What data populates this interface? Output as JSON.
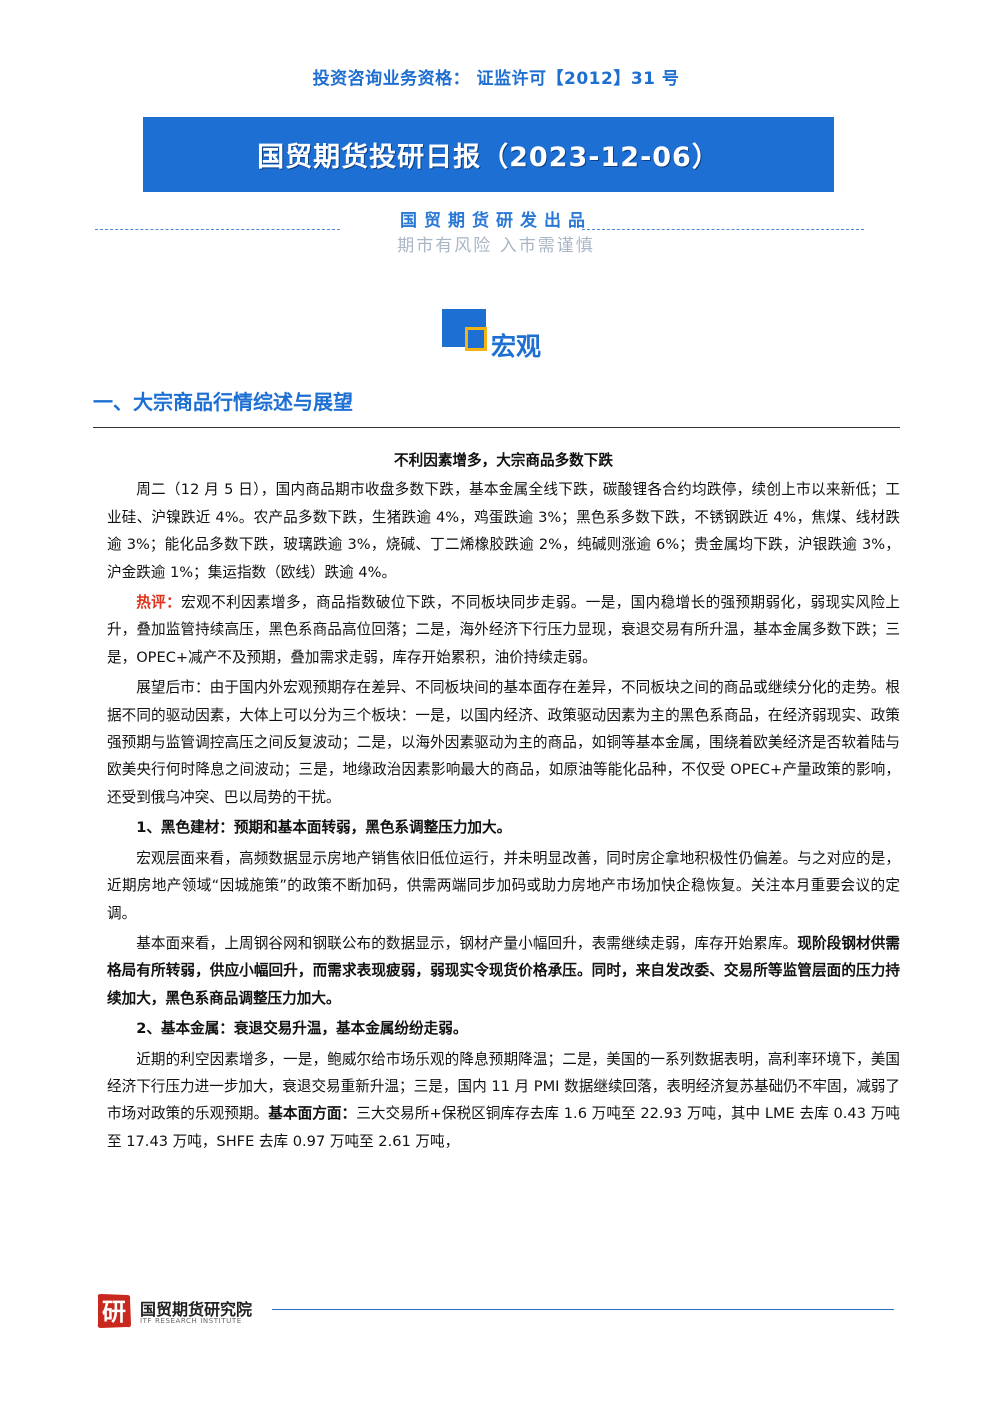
{
  "header": {
    "qualification": "投资咨询业务资格：   证监许可【2012】31 号",
    "report_title": "国贸期货投研日报（2023-12-06）",
    "publisher": "国贸期货研发出品",
    "risk_warning": "期市有风险  入市需谨慎"
  },
  "section": {
    "label": "宏观",
    "title": "一、大宗商品行情综述与展望"
  },
  "body": {
    "subheading": "不利因素增多，大宗商品多数下跌",
    "p1": "周二（12 月 5 日），国内商品期市收盘多数下跌，基本金属全线下跌，碳酸锂各合约均跌停，续创上市以来新低；工业硅、沪镍跌近 4%。农产品多数下跌，生猪跌逾 4%，鸡蛋跌逾 3%；黑色系多数下跌，不锈钢跌近 4%，焦煤、线材跌逾 3%；能化品多数下跌，玻璃跌逾 3%，烧碱、丁二烯橡胶跌逾 2%，纯碱则涨逾 6%；贵金属均下跌，沪银跌逾 3%，沪金跌逾 1%；集运指数（欧线）跌逾 4%。",
    "p2_label": "热评：",
    "p2": "宏观不利因素增多，商品指数破位下跌，不同板块同步走弱。一是，国内稳增长的强预期弱化，弱现实风险上升，叠加监管持续高压，黑色系商品高位回落；二是，海外经济下行压力显现，衰退交易有所升温，基本金属多数下跌；三是，OPEC+减产不及预期，叠加需求走弱，库存开始累积，油价持续走弱。",
    "p3": "展望后市：由于国内外宏观预期存在差异、不同板块间的基本面存在差异，不同板块之间的商品或继续分化的走势。根据不同的驱动因素，大体上可以分为三个板块：一是，以国内经济、政策驱动因素为主的黑色系商品，在经济弱现实、政策强预期与监管调控高压之间反复波动；二是，以海外因素驱动为主的商品，如铜等基本金属，围绕着欧美经济是否软着陆与欧美央行何时降息之间波动；三是，地缘政治因素影响最大的商品，如原油等能化品种，不仅受 OPEC+产量政策的影响，还受到俄乌冲突、巴以局势的干扰。",
    "h1": "1、黑色建材：预期和基本面转弱，黑色系调整压力加大。",
    "p4": "宏观层面来看，高频数据显示房地产销售依旧低位运行，并未明显改善，同时房企拿地积极性仍偏差。与之对应的是，近期房地产领域“因城施策”的政策不断加码，供需两端同步加码或助力房地产市场加快企稳恢复。关注本月重要会议的定调。",
    "p5_a": "基本面来看，上周钢谷网和钢联公布的数据显示，钢材产量小幅回升，表需继续走弱，库存开始累库。",
    "p5_b": "现阶段钢材供需格局有所转弱，供应小幅回升，而需求表现疲弱，弱现实令现货价格承压。同时，来自发改委、交易所等监管层面的压力持续加大，黑色系商品调整压力加大。",
    "h2": "2、基本金属：衰退交易升温，基本金属纷纷走弱。",
    "p6_a": "近期的利空因素增多，一是，鲍威尔给市场乐观的降息预期降温；二是，美国的一系列数据表明，高利率环境下，美国经济下行压力进一步加大，衰退交易重新升温；三是，国内 11 月 PMI 数据继续回落，表明经济复苏基础仍不牢固，减弱了市场对政策的乐观预期。",
    "p6_b": "基本面方面：",
    "p6_c": "三大交易所+保税区铜库存去库 1.6 万吨至 22.93 万吨，其中 LME 去库 0.43 万吨至 17.43 万吨，SHFE 去库 0.97 万吨至 2.61 万吨，"
  },
  "footer": {
    "logo_char": "研",
    "org_name": "国贸期货研究院",
    "org_sub": "ITF RESEARCH INSTITUTE"
  },
  "colors": {
    "accent_blue": "#1d6fd3",
    "highlight_red": "#e0311a",
    "logo_red": "#c8281e"
  }
}
